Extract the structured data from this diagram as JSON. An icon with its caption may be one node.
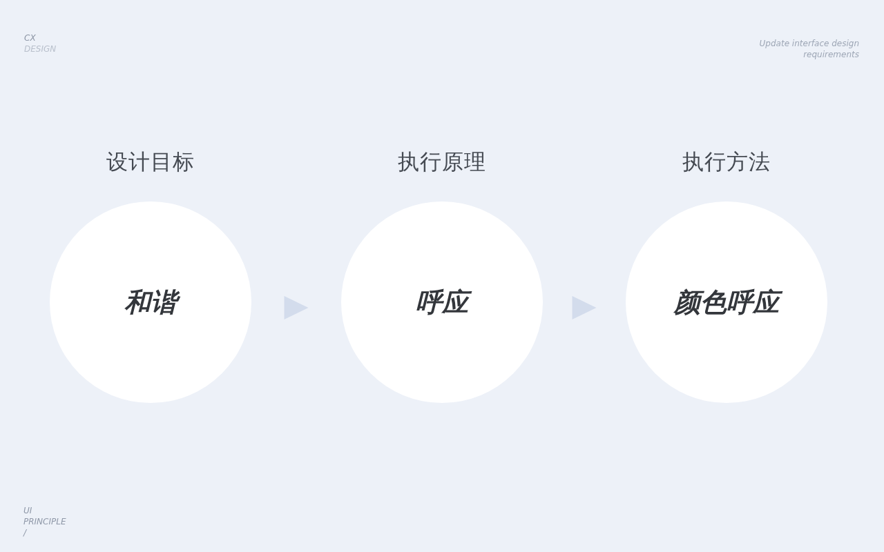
{
  "diagram": {
    "nodes": [
      {
        "text": [
          "设计目标",
          "和谐"
        ]
      },
      {
        "text": [
          "执行原理",
          "呼应"
        ]
      },
      {
        "text": [
          "执行方法",
          "颜色呼应"
        ]
      }
    ],
    "edges": [
      {
        "from": 0,
        "to": 1,
        "arrow": "to"
      },
      {
        "from": 1,
        "to": 2,
        "arrow": "to"
      }
    ],
    "labels": [
      "CX",
      "DESIGN",
      "Update interface design requirements",
      "UI PRINCIPLE /"
    ]
  }
}
